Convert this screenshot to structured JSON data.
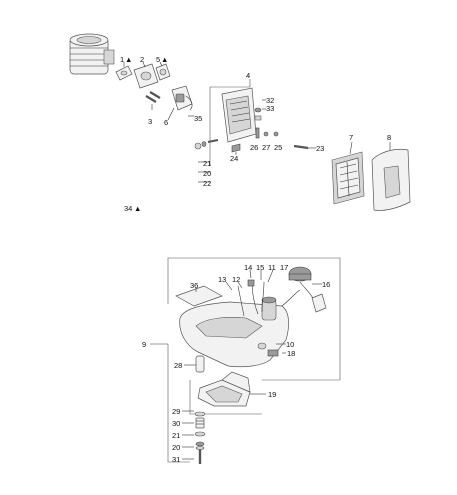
{
  "labels": {
    "l1": "1",
    "tri1": "▲",
    "l2": "2",
    "l5": "5",
    "tri5": "▲",
    "l3": "3",
    "l6": "6",
    "l35": "35",
    "l4": "4",
    "l32": "32",
    "l33": "33",
    "l26": "26",
    "l27": "27",
    "l25": "25",
    "l23": "23",
    "l24": "24",
    "l21a": "21",
    "l20a": "20",
    "l22": "22",
    "l7": "7",
    "l8": "8",
    "l34": "34",
    "tri34": "▲",
    "l36": "36",
    "l13": "13",
    "l12": "12",
    "l14": "14",
    "l15": "15",
    "l11": "11",
    "l17": "17",
    "l16": "16",
    "l9": "9",
    "l10": "10",
    "l18": "18",
    "l28": "28",
    "l19": "19",
    "l29": "29",
    "l30": "30",
    "l21b": "21",
    "l20b": "20",
    "l31": "31"
  }
}
